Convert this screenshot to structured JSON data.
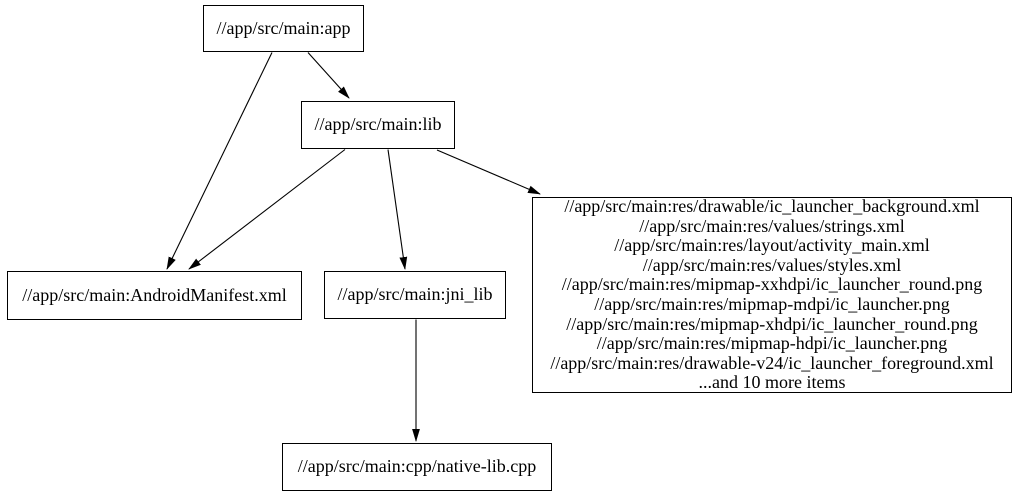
{
  "graph": {
    "background_color": "#ffffff",
    "node_border_color": "#000000",
    "edge_color": "#000000",
    "text_color": "#000000",
    "nodes": {
      "app": {
        "label": "//app/src/main:app"
      },
      "lib": {
        "label": "//app/src/main:lib"
      },
      "manifest": {
        "label": "//app/src/main:AndroidManifest.xml"
      },
      "jni_lib": {
        "label": "//app/src/main:jni_lib"
      },
      "res": {
        "lines": [
          "//app/src/main:res/drawable/ic_launcher_background.xml",
          "//app/src/main:res/values/strings.xml",
          "//app/src/main:res/layout/activity_main.xml",
          "//app/src/main:res/values/styles.xml",
          "//app/src/main:res/mipmap-xxhdpi/ic_launcher_round.png",
          "//app/src/main:res/mipmap-mdpi/ic_launcher.png",
          "//app/src/main:res/mipmap-xhdpi/ic_launcher_round.png",
          "//app/src/main:res/mipmap-hdpi/ic_launcher.png",
          "//app/src/main:res/drawable-v24/ic_launcher_foreground.xml",
          "...and 10 more items"
        ]
      },
      "cpp": {
        "label": "//app/src/main:cpp/native-lib.cpp"
      }
    },
    "edges": [
      {
        "from": "app",
        "to": "lib"
      },
      {
        "from": "app",
        "to": "manifest"
      },
      {
        "from": "lib",
        "to": "manifest"
      },
      {
        "from": "lib",
        "to": "jni_lib"
      },
      {
        "from": "lib",
        "to": "res"
      },
      {
        "from": "jni_lib",
        "to": "cpp"
      }
    ]
  }
}
